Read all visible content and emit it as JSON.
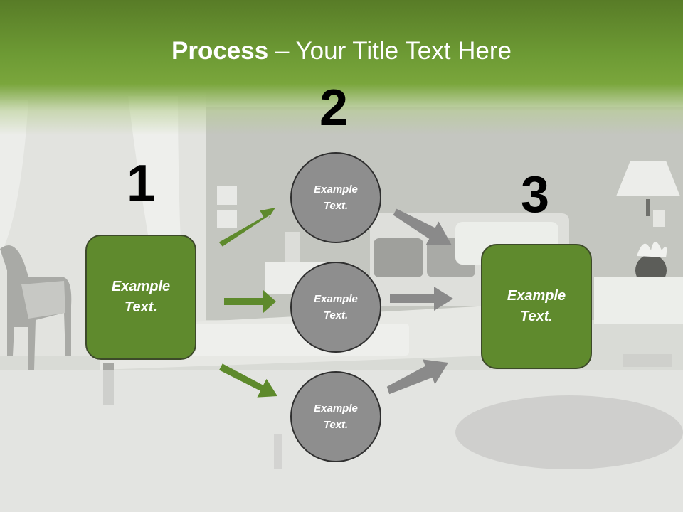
{
  "title": {
    "bold": "Process",
    "rest": " – Your Title Text Here"
  },
  "steps": {
    "one": {
      "number": "1",
      "box": {
        "line1": "Example",
        "line2": "Text."
      }
    },
    "two": {
      "number": "2",
      "circles": [
        {
          "line1": "Example",
          "line2": "Text."
        },
        {
          "line1": "Example",
          "line2": "Text."
        },
        {
          "line1": "Example",
          "line2": "Text."
        }
      ]
    },
    "three": {
      "number": "3",
      "box": {
        "line1": "Example",
        "line2": "Text."
      }
    }
  },
  "colors": {
    "header_green": "#6d9a34",
    "box_green": "#5f8a2d",
    "circle_gray": "#8e8e8e",
    "green_arrow": "#5e8a2c",
    "gray_arrow": "#8a8a8a"
  }
}
